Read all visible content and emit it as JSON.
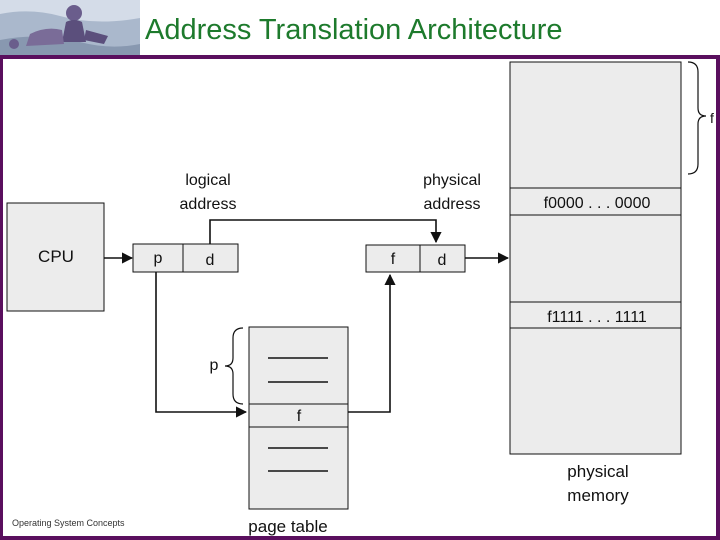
{
  "slide": {
    "title": "Address Translation Architecture",
    "footer": "Operating System Concepts"
  },
  "diagram": {
    "cpu_label": "CPU",
    "logical_address_label": [
      "logical",
      "address"
    ],
    "logical_p": "p",
    "logical_d": "d",
    "physical_address_label": [
      "physical",
      "address"
    ],
    "physical_f": "f",
    "physical_d": "d",
    "page_table_index_label": "p",
    "page_table_entry_label": "f",
    "page_table_label": "page table",
    "memory_frame_start": "f0000 . . . 0000",
    "memory_frame_end": "f1111 . . . 1111",
    "memory_frame_brace_label": "f",
    "physical_memory_label": [
      "physical",
      "memory"
    ]
  },
  "colors": {
    "title": "#1d7a2c",
    "border": "#5a0f5e",
    "box_fill": "#ececec",
    "stroke": "#111111"
  }
}
